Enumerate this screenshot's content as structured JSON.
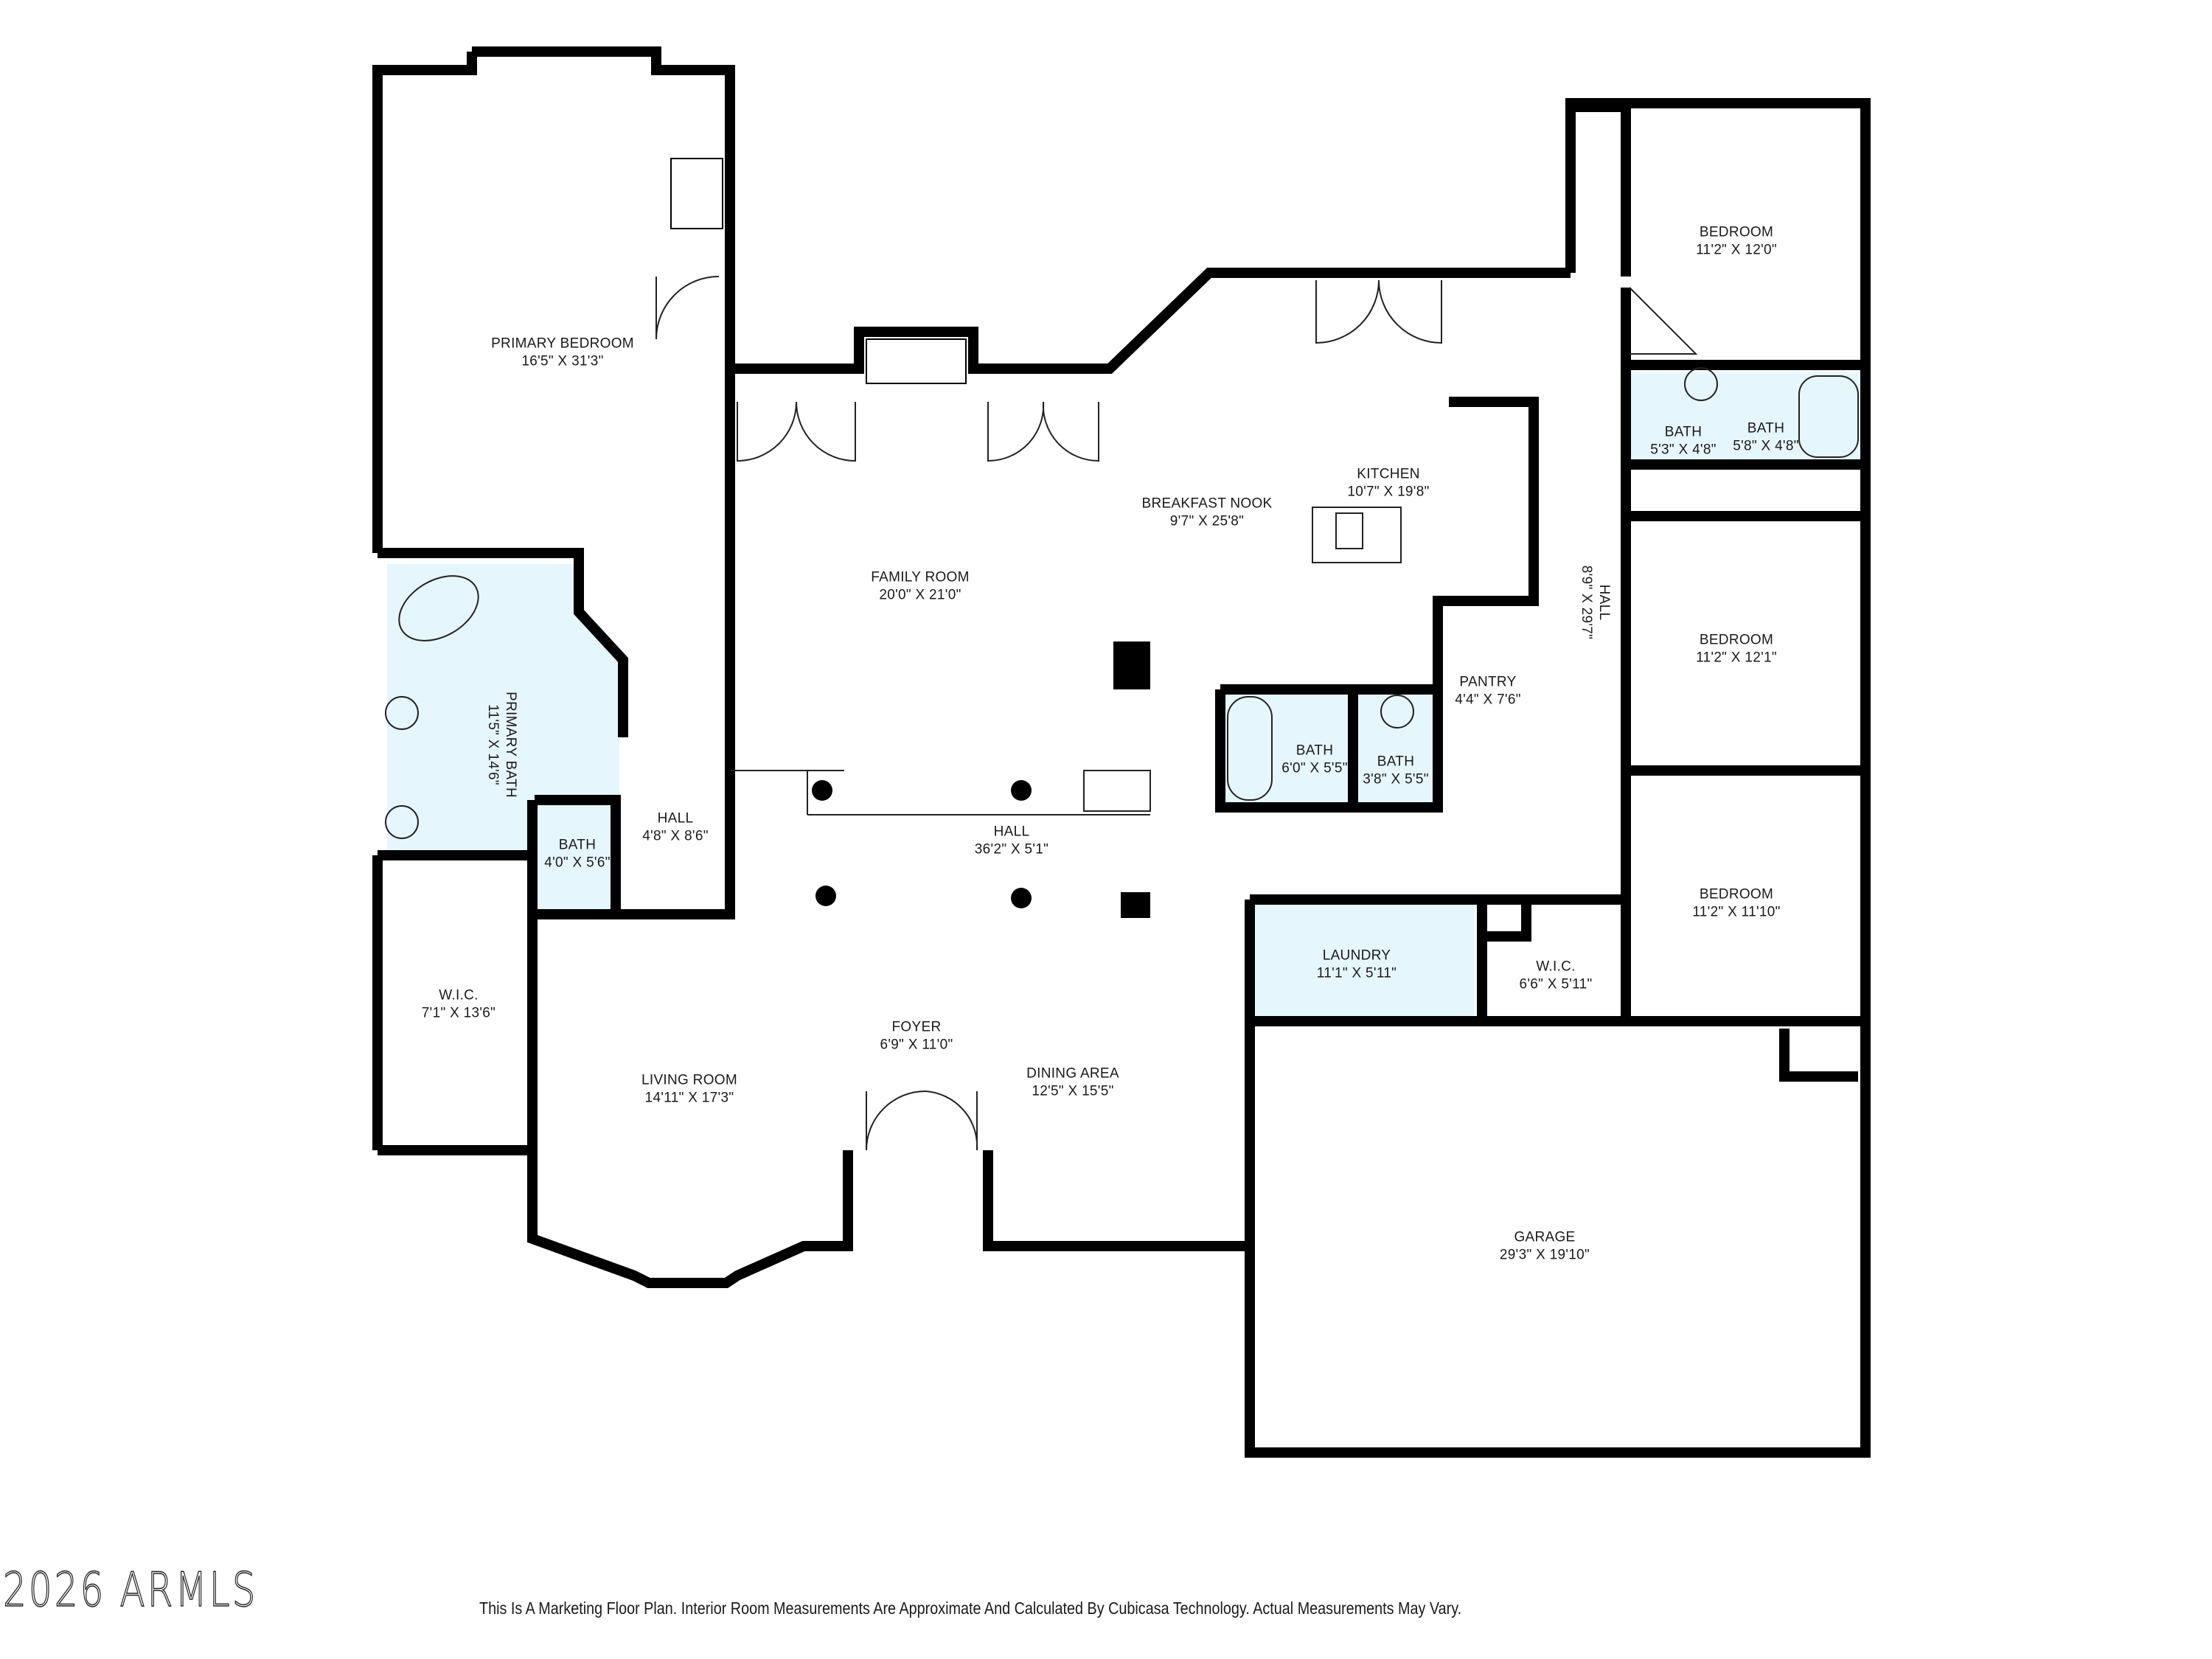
{
  "colors": {
    "wall": "#000000",
    "wet_room_fill": "#e6f6fd",
    "background": "#ffffff",
    "fixture_line": "#222222"
  },
  "rooms": {
    "primary_bedroom": {
      "name": "PRIMARY BEDROOM",
      "dims": "16'5\" X 31'3\""
    },
    "primary_bath": {
      "name": "PRIMARY BATH",
      "dims": "11'5\" X 14'6\""
    },
    "bath_4x5": {
      "name": "BATH",
      "dims": "4'0\" X 5'6\""
    },
    "hall_small": {
      "name": "HALL",
      "dims": "4'8\" X 8'6\""
    },
    "wic_primary": {
      "name": "W.I.C.",
      "dims": "7'1\" X 13'6\""
    },
    "living_room": {
      "name": "LIVING ROOM",
      "dims": "14'11\" X 17'3\""
    },
    "family_room": {
      "name": "FAMILY ROOM",
      "dims": "20'0\" X 21'0\""
    },
    "breakfast_nook": {
      "name": "BREAKFAST NOOK",
      "dims": "9'7\" X 25'8\""
    },
    "kitchen": {
      "name": "KITCHEN",
      "dims": "10'7\" X 19'8\""
    },
    "hall_main": {
      "name": "HALL",
      "dims": "36'2\" X 5'1\""
    },
    "foyer": {
      "name": "FOYER",
      "dims": "6'9\" X 11'0\""
    },
    "dining_area": {
      "name": "DINING AREA",
      "dims": "12'5\" X 15'5\""
    },
    "bath_6x5": {
      "name": "BATH",
      "dims": "6'0\" X 5'5\""
    },
    "bath_3x5": {
      "name": "BATH",
      "dims": "3'8\" X 5'5\""
    },
    "pantry": {
      "name": "PANTRY",
      "dims": "4'4\" X 7'6\""
    },
    "hall_east": {
      "name": "HALL",
      "dims": "8'9\" X 29'7\""
    },
    "laundry": {
      "name": "LAUNDRY",
      "dims": "11'1\" X 5'11\""
    },
    "wic_east": {
      "name": "W.I.C.",
      "dims": "6'6\" X 5'11\""
    },
    "bedroom_1": {
      "name": "BEDROOM",
      "dims": "11'2\" X 12'0\""
    },
    "bath_5x4": {
      "name": "BATH",
      "dims": "5'3\" X 4'8\""
    },
    "bath_5x4b": {
      "name": "BATH",
      "dims": "5'8\" X 4'8\""
    },
    "bedroom_2": {
      "name": "BEDROOM",
      "dims": "11'2\" X 12'1\""
    },
    "bedroom_3": {
      "name": "BEDROOM",
      "dims": "11'2\" X 11'10\""
    },
    "garage": {
      "name": "GARAGE",
      "dims": "29'3\" X 19'10\""
    }
  },
  "footer": {
    "watermark": "2026 ARMLS",
    "disclaimer": "This Is A Marketing Floor Plan. Interior Room Measurements Are Approximate And Calculated By Cubicasa Technology. Actual Measurements May Vary."
  }
}
